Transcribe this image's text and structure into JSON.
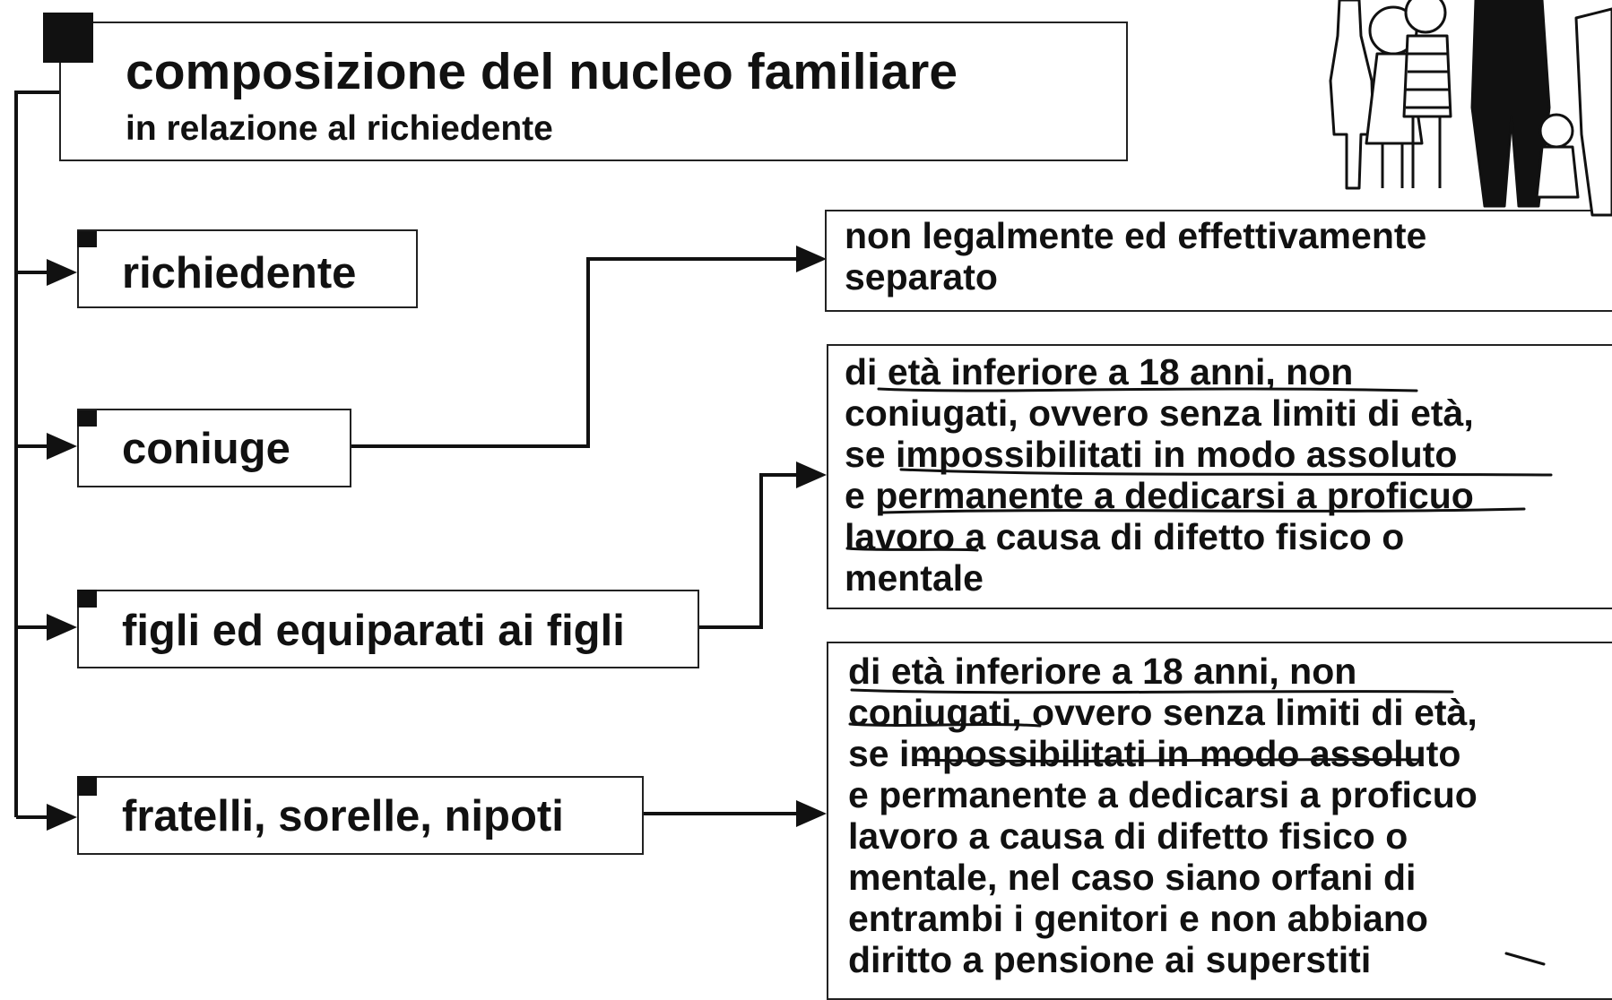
{
  "title": {
    "main": "composizione del nucleo familiare",
    "sub": "in relazione al richiedente"
  },
  "members": [
    {
      "label": "richiedente"
    },
    {
      "label": "coniuge"
    },
    {
      "label": "figli ed equiparati ai figli"
    },
    {
      "label": "fratelli, sorelle, nipoti"
    }
  ],
  "conditions": {
    "coniuge": {
      "lines": [
        "non legalmente ed effettivamente",
        "separato"
      ]
    },
    "figli": {
      "lines": [
        "di età inferiore a 18 anni, non",
        "coniugati, ovvero senza limiti di età,",
        "se impossibilitati in modo assoluto",
        "e permanente a dedicarsi a proficuo",
        "lavoro a causa di difetto fisico o",
        "mentale"
      ]
    },
    "fratelli": {
      "lines": [
        "di età inferiore a 18 anni, non",
        "coniugati, ovvero senza limiti di età,",
        "se impossibilitati in modo assoluto",
        "e permanente a dedicarsi a proficuo",
        "lavoro a causa di difetto fisico o",
        "mentale, nel caso siano orfani di",
        "entrambi i genitori e non abbiano",
        "diritto a pensione ai superstiti"
      ]
    }
  },
  "illustration": {
    "name": "family-illustration"
  }
}
